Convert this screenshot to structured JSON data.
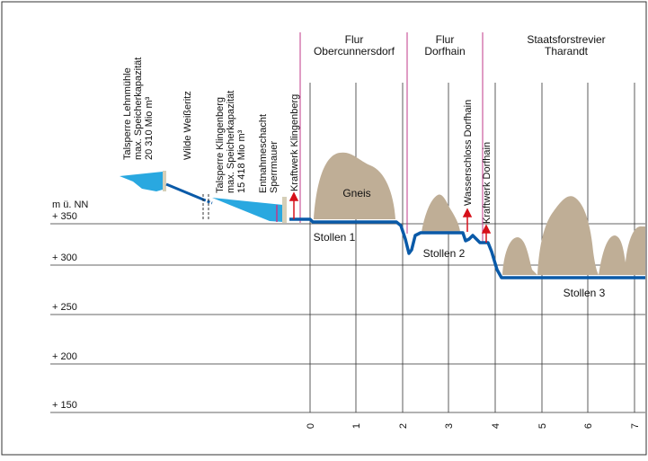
{
  "diagram": {
    "title": "",
    "axis": {
      "unit_label": "m ü. NN",
      "elevation_ticks": [
        "+ 350",
        "+ 300",
        "+ 250",
        "+ 200",
        "+ 150"
      ],
      "elevation_values": [
        350,
        300,
        250,
        200,
        150
      ],
      "distance_ticks": [
        "0",
        "1",
        "2",
        "3",
        "4",
        "5",
        "6",
        "7"
      ],
      "distance_unit_label": ""
    },
    "regions": [
      {
        "line1": "Flur",
        "line2": "Obercunnersdorf"
      },
      {
        "line1": "Flur",
        "line2": "Dorfhain"
      },
      {
        "line1": "Staatsforstrevier",
        "line2": "Tharandt"
      }
    ],
    "vertical_labels": {
      "lehnmuehle_1": "Talsperre Lehnmühle",
      "lehnmuehle_2": "max. Speicherkapazität",
      "lehnmuehle_3": "20 310 Mio m³",
      "wilde_weisseritz": "Wilde Weißeritz",
      "klingenberg_1": "Talsperre Klingenberg",
      "klingenberg_2": "max. Speicherkapazität",
      "klingenberg_3": "15 418 Mio m³",
      "entnahme_1": "Entnahmeschacht",
      "entnahme_2": "Sperrmauer",
      "kw_klingenberg": "Kraftwerk Klingenberg",
      "wasserschloss": "Wasserschloss Dorfhain",
      "kw_dorfhain": "Kraftwerk Dorfhain"
    },
    "inline_labels": {
      "gneis": "Gneis",
      "stollen1": "Stollen 1",
      "stollen2": "Stollen 2",
      "stollen3": "Stollen 3"
    },
    "colors": {
      "water": "#29a8e0",
      "tunnel": "#0a5aa8",
      "rock": "#bfae96",
      "region_border": "#c0398a",
      "arrow": "#d6101a"
    }
  }
}
